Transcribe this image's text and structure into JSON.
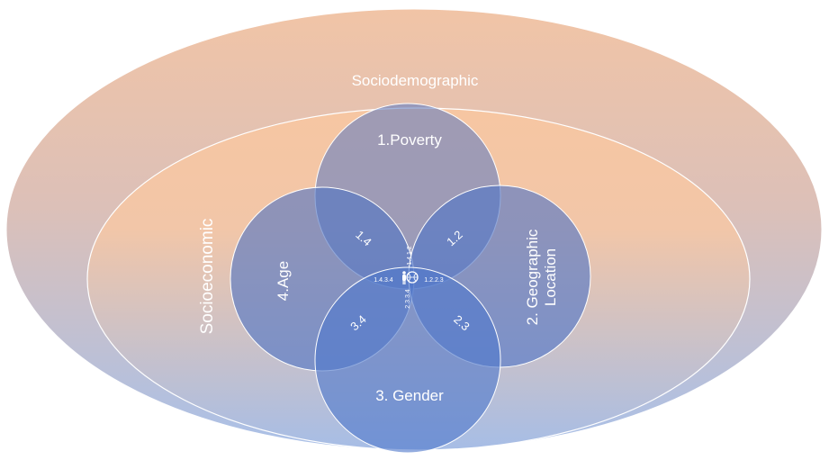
{
  "outer_label": "Sociodemographic",
  "inner_label": "Socioeconomic",
  "circles": {
    "poverty": "1.Poverty",
    "geographic_line1": "2. Geographic",
    "geographic_line2": "Location",
    "gender": "3. Gender",
    "age": "4.Age"
  },
  "overlaps": {
    "p14": "1.4",
    "p12": "1.2",
    "p23": "2.3",
    "p34": "3.4",
    "c142": "1.4.1.2",
    "c122": "1.2.2.3",
    "c233": "2.3.3.4",
    "c143": "1.4.3.4"
  },
  "center_icon": "people-globe-icon",
  "colors": {
    "outer_top": "#f4c3a0",
    "outer_bottom": "#adc2e6",
    "circle_fill": "#4a6fbf",
    "text": "#ffffff"
  }
}
